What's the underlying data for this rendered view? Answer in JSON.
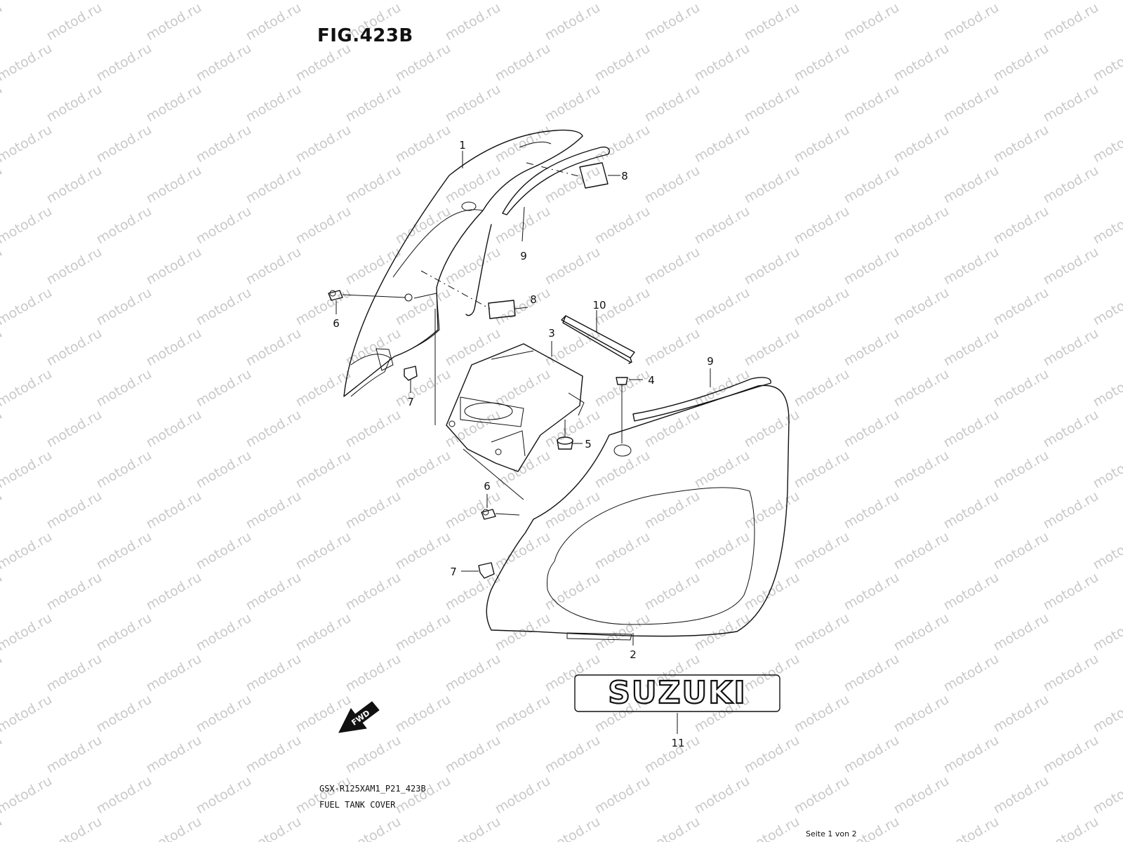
{
  "figure": {
    "title": "FIG.423B",
    "code": "GSX-R125XAM1_P21_423B",
    "name": "FUEL TANK COVER",
    "page": "Seite 1 von 2"
  },
  "watermark": {
    "text": "motod.ru",
    "color": "#c9c9c9"
  },
  "parts": [
    {
      "id": "p1",
      "ref": "1"
    },
    {
      "id": "p9a",
      "ref": "9"
    },
    {
      "id": "p8a",
      "ref": "8"
    },
    {
      "id": "p8b",
      "ref": "8"
    },
    {
      "id": "p6a",
      "ref": "6"
    },
    {
      "id": "p7a",
      "ref": "7"
    },
    {
      "id": "p10",
      "ref": "10"
    },
    {
      "id": "p3",
      "ref": "3"
    },
    {
      "id": "p4",
      "ref": "4"
    },
    {
      "id": "p9b",
      "ref": "9"
    },
    {
      "id": "p5",
      "ref": "5"
    },
    {
      "id": "p6b",
      "ref": "6"
    },
    {
      "id": "p7b",
      "ref": "7"
    },
    {
      "id": "p2",
      "ref": "2"
    },
    {
      "id": "p11",
      "ref": "11"
    }
  ],
  "emblem": {
    "text": "SUZUKI"
  },
  "direction": {
    "label": "FWD"
  }
}
